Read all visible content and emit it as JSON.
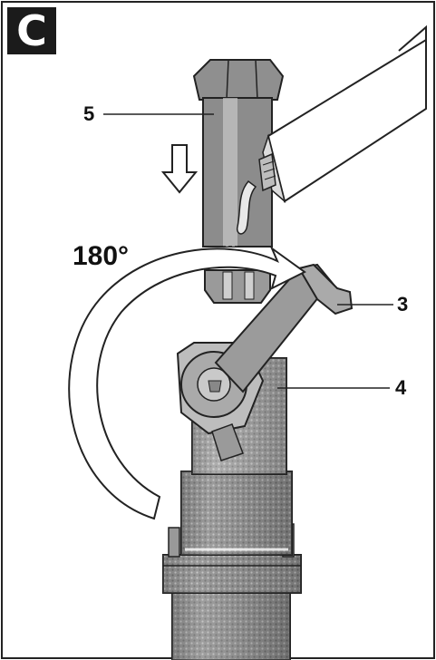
{
  "figure": {
    "panel_letter": "C",
    "rotation_label": "180°",
    "callouts": {
      "part_3": "3",
      "part_4": "4",
      "part_5": "5"
    }
  }
}
